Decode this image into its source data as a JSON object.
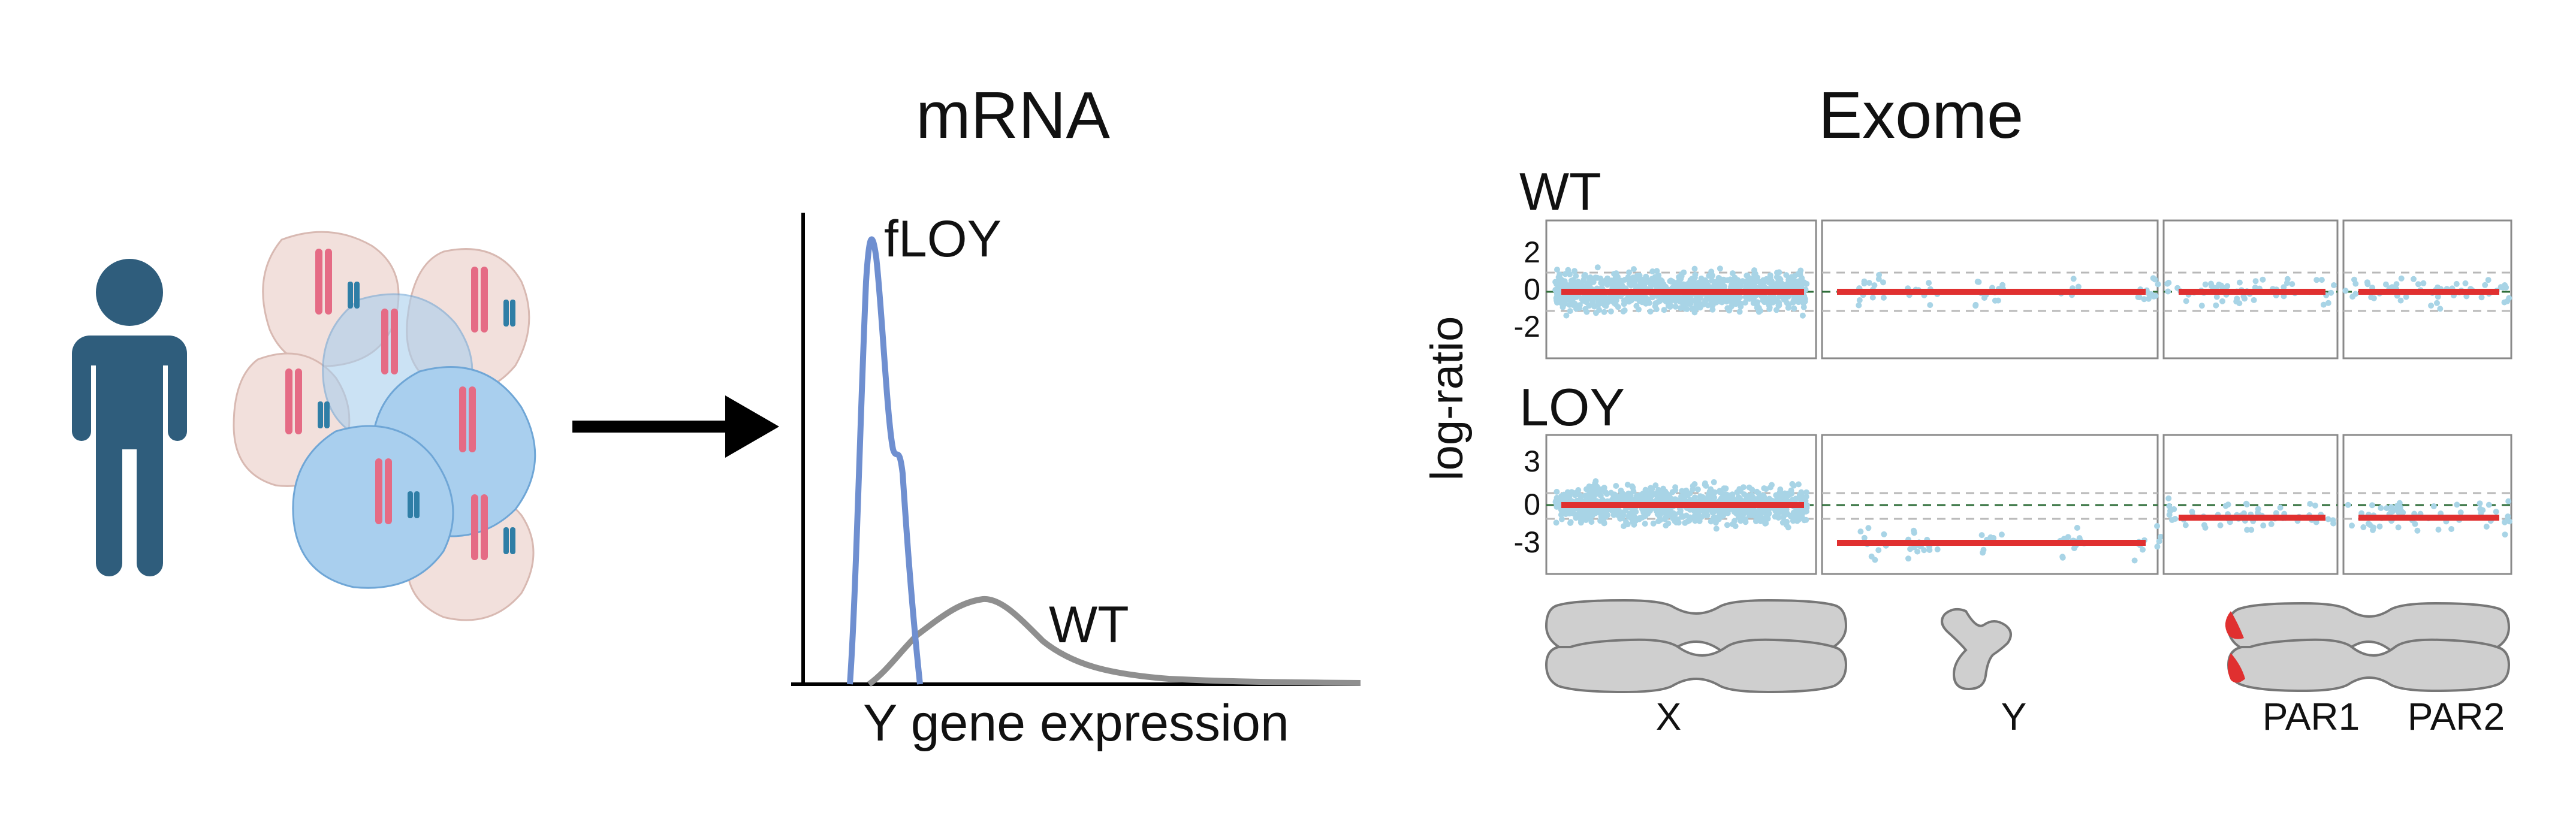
{
  "mrna": {
    "title": "mRNA",
    "xlabel": "Y gene expression",
    "series": [
      {
        "name": "fLOY",
        "color": "#6f8fd0"
      },
      {
        "name": "WT",
        "color": "#8f8f8f"
      }
    ]
  },
  "exome": {
    "title": "Exome",
    "ylabel": "log-ratio",
    "panels": [
      {
        "name": "WT",
        "yticks": [
          "2",
          "0",
          "-2"
        ],
        "segments": [
          {
            "region": "X",
            "level": 0
          },
          {
            "region": "Y",
            "level": 0
          },
          {
            "region": "PAR1",
            "level": 0
          },
          {
            "region": "PAR2",
            "level": 0
          }
        ]
      },
      {
        "name": "LOY",
        "yticks": [
          "3",
          "0",
          "-3"
        ],
        "segments": [
          {
            "region": "X",
            "level": 0
          },
          {
            "region": "Y",
            "level": -3
          },
          {
            "region": "PAR1",
            "level": -1
          },
          {
            "region": "PAR2",
            "level": -1
          }
        ]
      }
    ],
    "regions": [
      "X",
      "Y",
      "PAR1",
      "PAR2"
    ],
    "colors": {
      "points": "#a8d4e6",
      "segment": "#e03030",
      "zero_line": "#2f6e3a",
      "band_line": "#b8b8b8"
    }
  },
  "colors": {
    "person": "#2f5d7c",
    "arrow": "#000000",
    "cell_normal": "#f2e0dc",
    "cell_loy": "#a9cfee",
    "chr_x": "#e56b85",
    "chr_y": "#2f7ea6",
    "chromosome_body": "#cfcfcf"
  }
}
